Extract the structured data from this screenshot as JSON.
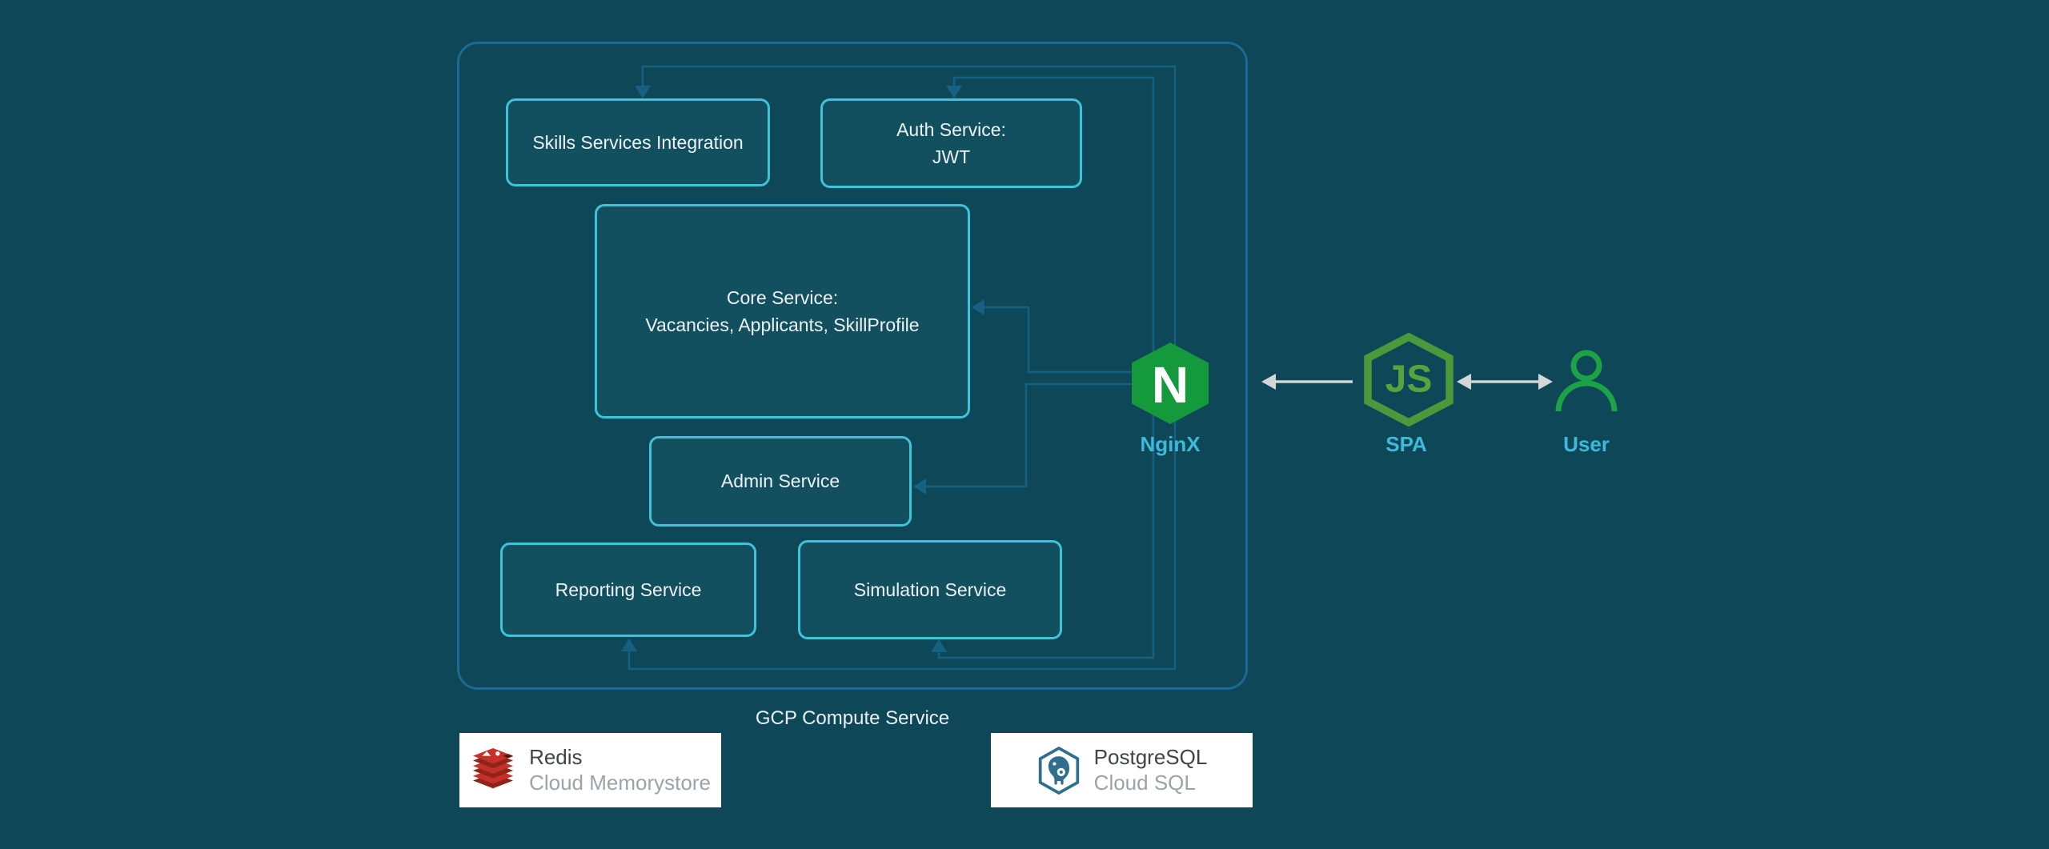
{
  "diagram": {
    "gcp": {
      "label": "GCP Compute Service"
    },
    "services": {
      "skills": {
        "label": "Skills Services Integration"
      },
      "auth": {
        "line1": "Auth Service:",
        "line2": "JWT"
      },
      "core": {
        "line1": "Core Service:",
        "line2": "Vacancies, Applicants, SkillProfile"
      },
      "admin": {
        "label": "Admin Service"
      },
      "reporting": {
        "label": "Reporting Service"
      },
      "simulation": {
        "label": "Simulation Service"
      }
    },
    "nodes": {
      "nginx": {
        "label": "NginX",
        "letter": "N",
        "icon": "nginx-hexagon-icon"
      },
      "spa": {
        "label": "SPA",
        "letters": "JS",
        "icon": "nodejs-hexagon-icon"
      },
      "user": {
        "label": "User",
        "icon": "person-icon"
      }
    },
    "datastores": {
      "redis": {
        "name": "Redis",
        "service": "Cloud Memorystore",
        "icon": "redis-stack-icon"
      },
      "postgresql": {
        "name": "PostgreSQL",
        "service": "Cloud SQL",
        "icon": "postgresql-elephant-icon"
      }
    },
    "connections": [
      {
        "from": "nginx",
        "to": "skills",
        "arrow": "into-top"
      },
      {
        "from": "nginx",
        "to": "auth",
        "arrow": "into-top"
      },
      {
        "from": "nginx",
        "to": "core",
        "arrow": "into-right-side"
      },
      {
        "from": "nginx",
        "to": "admin",
        "arrow": "into-right-side"
      },
      {
        "from": "nginx",
        "to": "reporting",
        "arrow": "into-bottom"
      },
      {
        "from": "nginx",
        "to": "simulation",
        "arrow": "into-bottom"
      },
      {
        "from": "spa",
        "to": "nginx",
        "arrow": "single-head-left"
      },
      {
        "from": "spa",
        "to": "user",
        "arrow": "double-head"
      }
    ]
  },
  "colors": {
    "bg": "#0e4858",
    "container-border": "#1a6a92",
    "service-border": "#3ec4d9",
    "service-text": "#edf3f5",
    "wire": "#166181",
    "label-cyan": "#3db9d9",
    "nginx-green": "#14993c",
    "node-green": "#4a9a3c",
    "node-letter-green": "#55a53f",
    "user-green": "#1ca346",
    "arrow-gray": "#d2d6d6",
    "redis-red": "#c6302b",
    "redis-dark-red": "#912418",
    "postgres-teal": "#2f6e8e",
    "muted-gray": "#9aa4a8"
  }
}
